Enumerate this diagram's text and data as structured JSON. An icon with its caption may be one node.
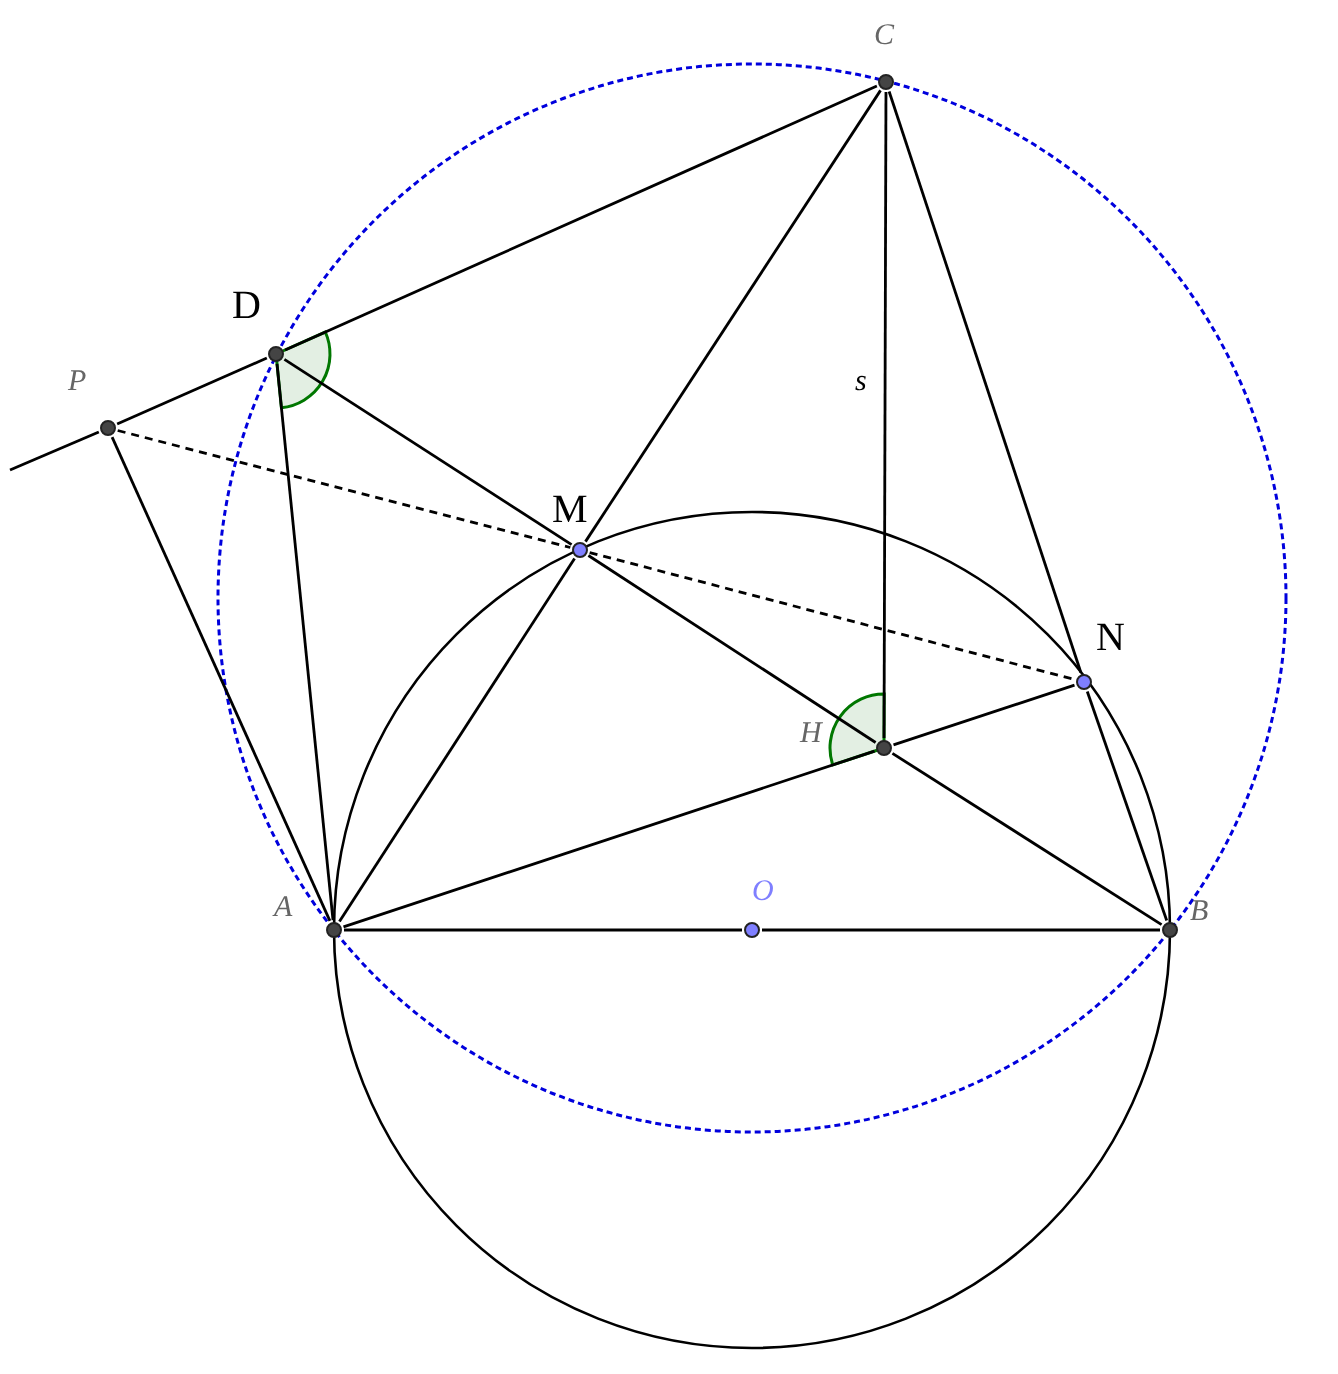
{
  "diagram": {
    "nodes": [
      {
        "text": [
          "C"
        ]
      },
      {
        "text": [
          "D"
        ]
      },
      {
        "text": [
          "P"
        ]
      },
      {
        "text": [
          "M"
        ]
      },
      {
        "text": [
          "N"
        ]
      },
      {
        "text": [
          "H"
        ]
      },
      {
        "text": [
          "A"
        ]
      },
      {
        "text": [
          "O"
        ]
      },
      {
        "text": [
          "B"
        ]
      }
    ],
    "edges": [
      {
        "from": null,
        "to": 2,
        "arrow": "none"
      },
      {
        "from": 2,
        "to": 1,
        "arrow": "none"
      },
      {
        "from": 1,
        "to": 0,
        "arrow": "none"
      },
      {
        "from": 2,
        "to": 6,
        "arrow": "none"
      },
      {
        "from": 1,
        "to": 6,
        "arrow": "none"
      },
      {
        "from": 1,
        "to": 3,
        "arrow": "none"
      },
      {
        "from": 3,
        "to": 5,
        "arrow": "none"
      },
      {
        "from": 5,
        "to": 8,
        "arrow": "none"
      },
      {
        "from": 6,
        "to": 3,
        "arrow": "none"
      },
      {
        "from": 3,
        "to": 0,
        "arrow": "none"
      },
      {
        "from": 6,
        "to": 5,
        "arrow": "none"
      },
      {
        "from": 5,
        "to": 4,
        "arrow": "none"
      },
      {
        "from": 0,
        "to": 5,
        "arrow": "none",
        "label": "s"
      },
      {
        "from": 0,
        "to": 4,
        "arrow": "none"
      },
      {
        "from": 4,
        "to": 8,
        "arrow": "none"
      },
      {
        "from": 6,
        "to": 7,
        "arrow": "none"
      },
      {
        "from": 7,
        "to": 8,
        "arrow": "none"
      },
      {
        "from": 2,
        "to": 3,
        "arrow": "none",
        "style": "dashed"
      },
      {
        "from": 3,
        "to": 4,
        "arrow": "none",
        "style": "dashed"
      }
    ]
  }
}
